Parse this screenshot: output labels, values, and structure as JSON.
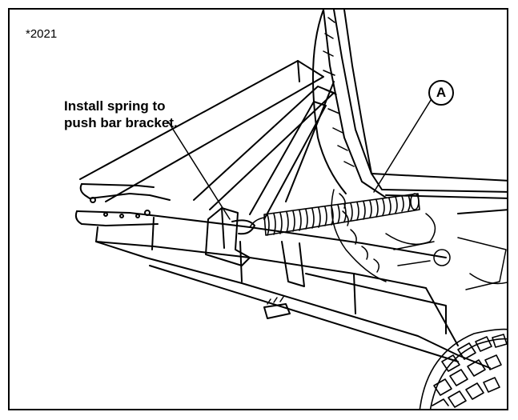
{
  "figure": {
    "reference_code": "*2021",
    "instruction_lines": [
      "Install spring to",
      "push bar bracket."
    ],
    "callout_label": "A"
  }
}
